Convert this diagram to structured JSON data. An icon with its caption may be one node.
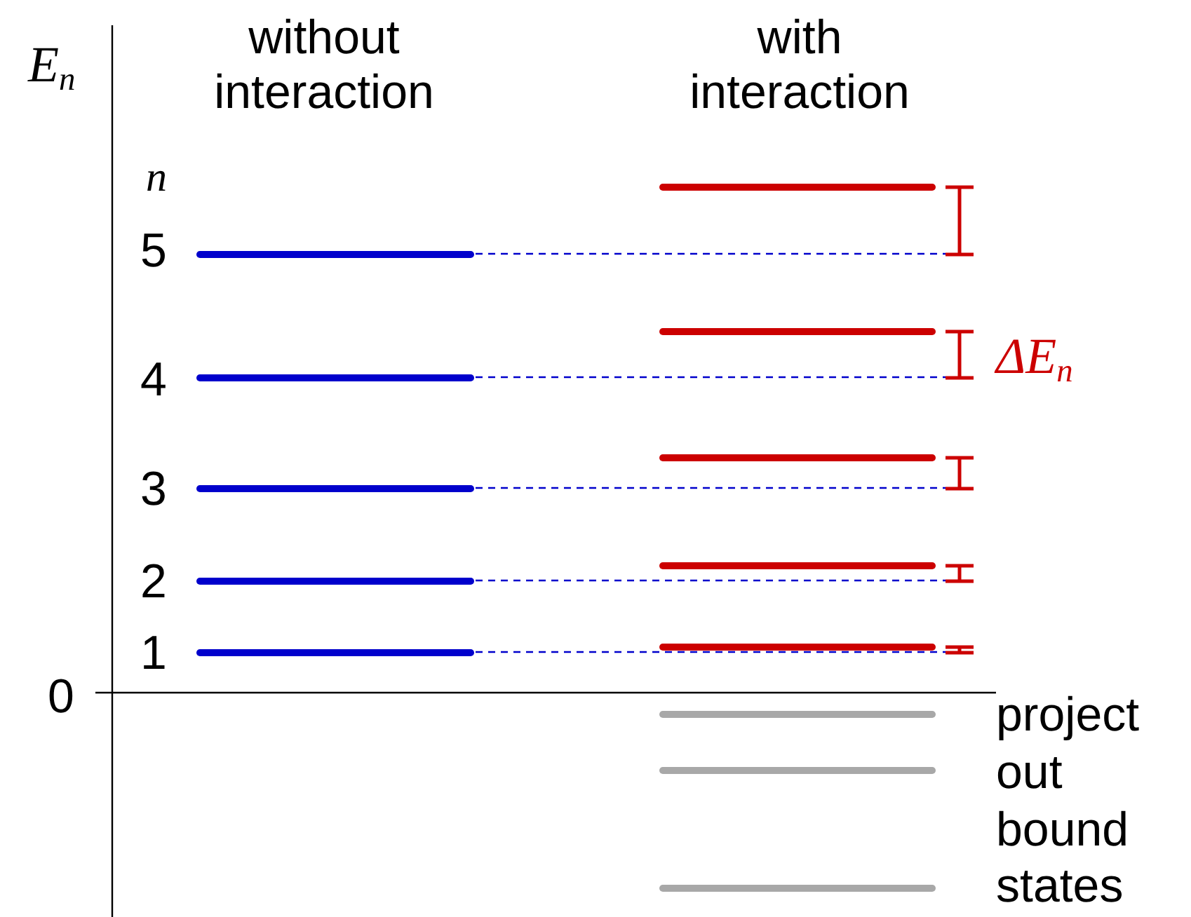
{
  "diagram": {
    "nodes": [
      {
        "text": [],
        "shape": "bar"
      },
      {
        "text": [],
        "shape": "bar"
      },
      {
        "text": [],
        "shape": "bar"
      },
      {
        "text": [],
        "shape": "bar"
      },
      {
        "text": [],
        "shape": "bar"
      },
      {
        "text": [],
        "shape": "bracket"
      },
      {
        "text": [],
        "shape": "bracket"
      },
      {
        "text": [],
        "shape": "bracket"
      },
      {
        "text": [],
        "shape": "bracket"
      },
      {
        "text": [],
        "shape": "bracket"
      }
    ],
    "edges": [
      {
        "from": 0,
        "to": 5,
        "arrow": "none",
        "style": "dashed"
      },
      {
        "from": 1,
        "to": 6,
        "arrow": "none",
        "style": "dashed"
      },
      {
        "from": 2,
        "to": 7,
        "arrow": "none",
        "style": "dashed"
      },
      {
        "from": 3,
        "to": 8,
        "arrow": "none",
        "style": "dashed"
      },
      {
        "from": 4,
        "to": 9,
        "arrow": "none",
        "style": "dashed"
      }
    ],
    "labels": [
      "E$_{n}$",
      "without interaction",
      "with interaction",
      "n",
      "5",
      "ΔE$_{n}$",
      "4",
      "3",
      "2",
      "1",
      "0",
      "project out bound states"
    ]
  }
}
